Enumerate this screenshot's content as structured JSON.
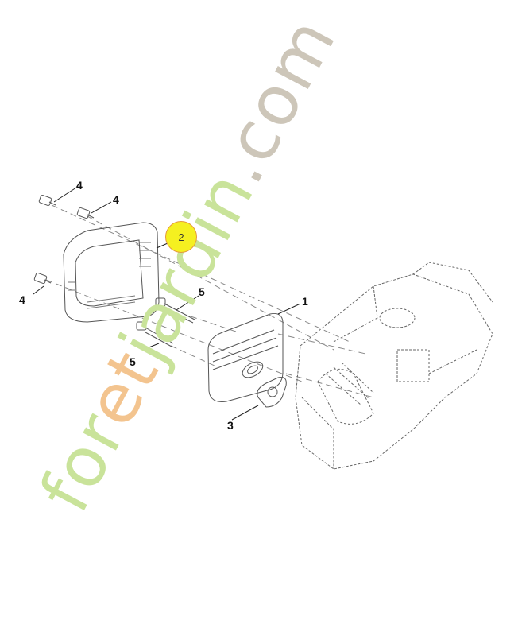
{
  "diagram": {
    "type": "exploded parts diagram",
    "subject": "muffler assembly on engine block",
    "callouts": [
      {
        "id": "4a",
        "label": "4",
        "part": "bolt"
      },
      {
        "id": "4b",
        "label": "4",
        "part": "bolt"
      },
      {
        "id": "4c",
        "label": "4",
        "part": "bolt"
      },
      {
        "id": "2",
        "label": "2",
        "part": "muffler guard / heat shield",
        "highlighted": true
      },
      {
        "id": "5a",
        "label": "5",
        "part": "long bolt"
      },
      {
        "id": "5b",
        "label": "5",
        "part": "long bolt"
      },
      {
        "id": "1",
        "label": "1",
        "part": "muffler"
      },
      {
        "id": "3",
        "label": "3",
        "part": "gasket"
      }
    ],
    "highlight_color": "#f5f020",
    "highlight_border": "#e59a3a"
  },
  "watermark": {
    "part1": "foret",
    "part2": "jardin",
    "part3": ".com",
    "colors": {
      "green": "#c9e39a",
      "orange": "#f3c48f",
      "gray": "#cdc6b9"
    }
  }
}
